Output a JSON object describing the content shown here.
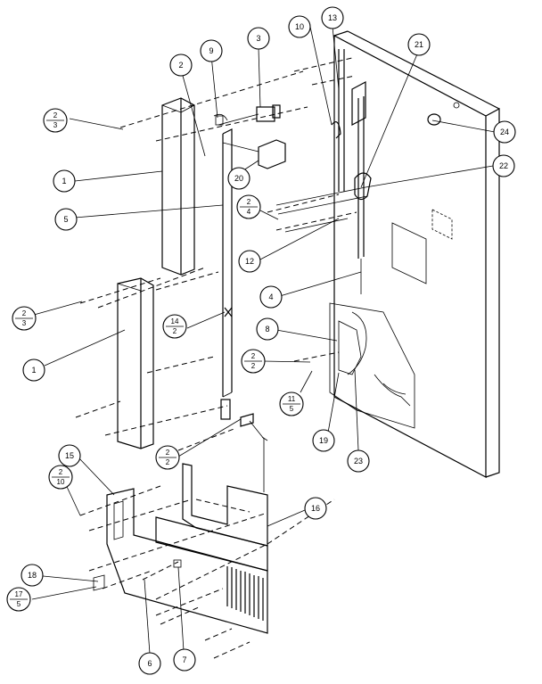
{
  "callouts": {
    "c1a": "1",
    "c1b": "1",
    "c2": "2",
    "c3": "3",
    "c4": "4",
    "c5": "5",
    "c6": "6",
    "c7": "7",
    "c8": "8",
    "c9": "9",
    "c10": "10",
    "c12": "12",
    "c13": "13",
    "c15": "15",
    "c16": "16",
    "c18": "18",
    "c19": "19",
    "c20": "20",
    "c21": "21",
    "c22": "22",
    "c23": "23",
    "c24": "24"
  },
  "fractions": {
    "f2_3_top": {
      "num": "2",
      "den": "3"
    },
    "f2_3_mid": {
      "num": "2",
      "den": "3"
    },
    "f2_4": {
      "num": "2",
      "den": "4"
    },
    "f14_2": {
      "num": "14",
      "den": "2"
    },
    "f2_2_a": {
      "num": "2",
      "den": "2"
    },
    "f11_5": {
      "num": "11",
      "den": "5"
    },
    "f2_2_b": {
      "num": "2",
      "den": "2"
    },
    "f2_10": {
      "num": "2",
      "den": "10"
    },
    "f17_5": {
      "num": "17",
      "den": "5"
    }
  }
}
